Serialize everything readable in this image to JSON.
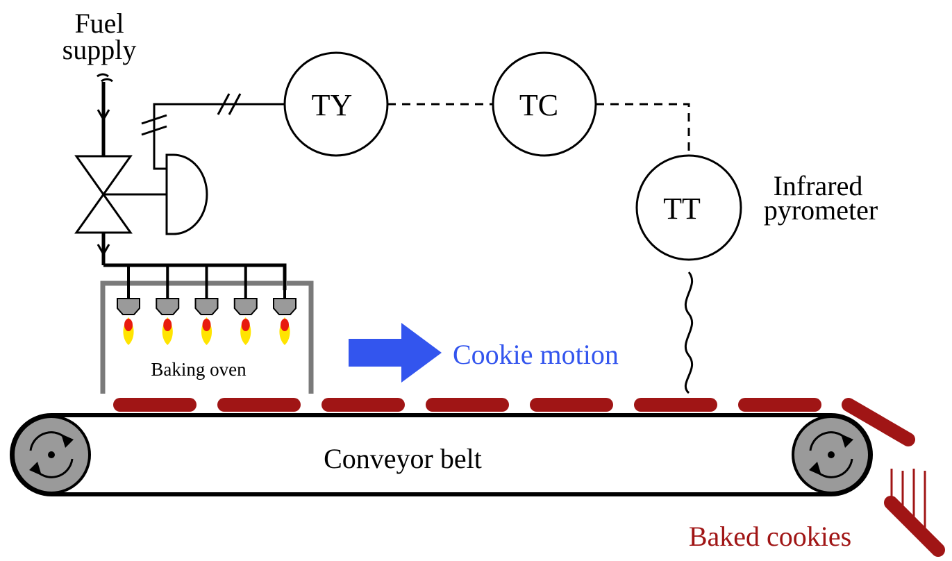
{
  "labels": {
    "fuel_supply_line1": "Fuel",
    "fuel_supply_line2": "supply",
    "transducer": "TY",
    "controller": "TC",
    "transmitter": "TT",
    "pyrometer_line1": "Infrared",
    "pyrometer_line2": "pyrometer",
    "oven": "Baking oven",
    "motion": "Cookie motion",
    "belt": "Conveyor belt",
    "output": "Baked cookies"
  },
  "colors": {
    "line": "#000000",
    "motion_text": "#3355ee",
    "motion_arrow": "#3355ee",
    "cookie": "#a01515",
    "output_text": "#a01515",
    "oven_wall": "#7a7a7a",
    "burner": "#9a9a9a",
    "pulley": "#9a9a9a",
    "flame_outer": "#ffe400",
    "flame_inner": "#e81b0e"
  },
  "icons": {
    "burner": "burner-nozzle-icon",
    "flame": "flame-icon",
    "pulley": "rotating-pulley-icon",
    "valve": "control-valve-icon"
  },
  "counts": {
    "burners": 5,
    "cookies_on_belt": 7
  }
}
